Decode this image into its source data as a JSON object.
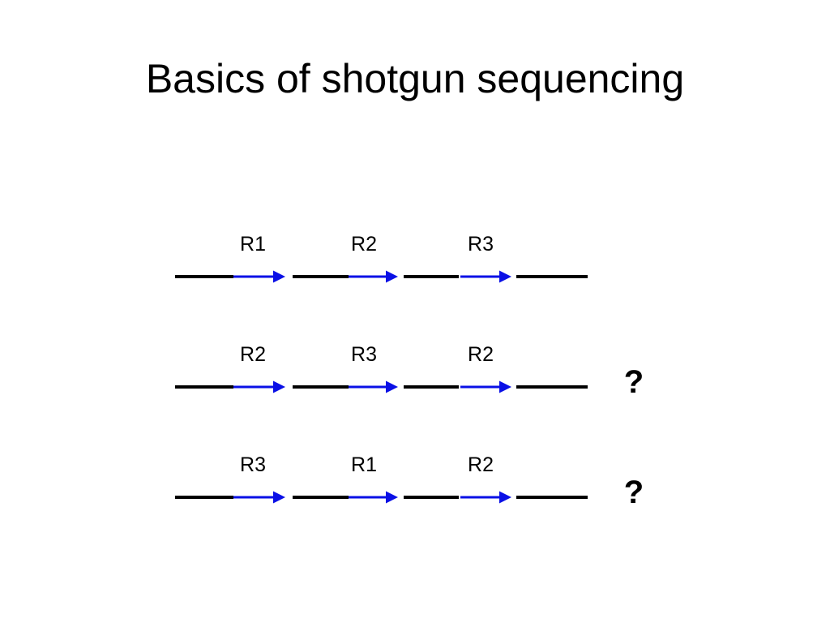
{
  "slide": {
    "title": "Basics of shotgun sequencing"
  },
  "colors": {
    "segment": "#000000",
    "repeat_arrow": "#0a10e6"
  },
  "rows": [
    {
      "repeats": [
        "R1",
        "R2",
        "R3"
      ],
      "marker": ""
    },
    {
      "repeats": [
        "R2",
        "R3",
        "R2"
      ],
      "marker": "?"
    },
    {
      "repeats": [
        "R3",
        "R1",
        "R2"
      ],
      "marker": "?"
    }
  ]
}
